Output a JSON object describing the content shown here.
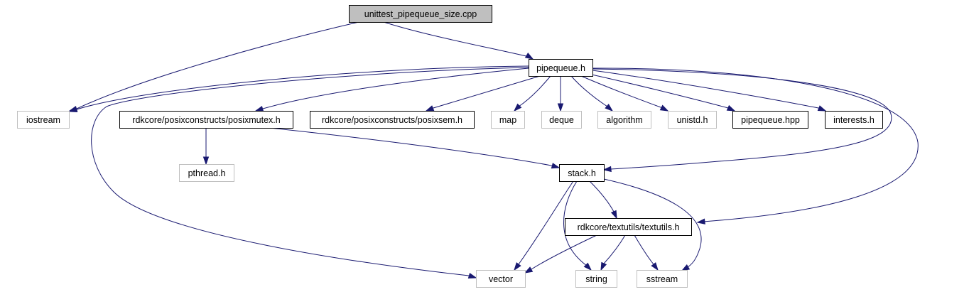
{
  "nodes": [
    {
      "id": "root",
      "label": "unittest_pipequeue_size.cpp",
      "style": "root"
    },
    {
      "id": "pipequeue_h",
      "label": "pipequeue.h",
      "style": "doc"
    },
    {
      "id": "iostream",
      "label": "iostream",
      "style": "ext"
    },
    {
      "id": "posixmutex",
      "label": "rdkcore/posixconstructs/posixmutex.h",
      "style": "doc"
    },
    {
      "id": "posixsem",
      "label": "rdkcore/posixconstructs/posixsem.h",
      "style": "doc"
    },
    {
      "id": "map",
      "label": "map",
      "style": "ext"
    },
    {
      "id": "deque",
      "label": "deque",
      "style": "ext"
    },
    {
      "id": "algorithm",
      "label": "algorithm",
      "style": "ext"
    },
    {
      "id": "unistd",
      "label": "unistd.h",
      "style": "ext"
    },
    {
      "id": "pipequeue_hpp",
      "label": "pipequeue.hpp",
      "style": "doc"
    },
    {
      "id": "interests",
      "label": "interests.h",
      "style": "doc"
    },
    {
      "id": "pthread",
      "label": "pthread.h",
      "style": "ext"
    },
    {
      "id": "stack",
      "label": "stack.h",
      "style": "doc"
    },
    {
      "id": "textutils",
      "label": "rdkcore/textutils/textutils.h",
      "style": "doc"
    },
    {
      "id": "vector",
      "label": "vector",
      "style": "ext"
    },
    {
      "id": "string",
      "label": "string",
      "style": "ext"
    },
    {
      "id": "sstream",
      "label": "sstream",
      "style": "ext"
    }
  ],
  "edges": [
    {
      "from": "root",
      "to": "pipequeue_h"
    },
    {
      "from": "root",
      "to": "iostream"
    },
    {
      "from": "pipequeue_h",
      "to": "iostream"
    },
    {
      "from": "pipequeue_h",
      "to": "posixmutex"
    },
    {
      "from": "pipequeue_h",
      "to": "posixsem"
    },
    {
      "from": "pipequeue_h",
      "to": "map"
    },
    {
      "from": "pipequeue_h",
      "to": "deque"
    },
    {
      "from": "pipequeue_h",
      "to": "algorithm"
    },
    {
      "from": "pipequeue_h",
      "to": "unistd"
    },
    {
      "from": "pipequeue_h",
      "to": "pipequeue_hpp"
    },
    {
      "from": "pipequeue_h",
      "to": "interests"
    },
    {
      "from": "pipequeue_h",
      "to": "vector"
    },
    {
      "from": "pipequeue_h",
      "to": "stack"
    },
    {
      "from": "pipequeue_h",
      "to": "textutils"
    },
    {
      "from": "posixmutex",
      "to": "pthread"
    },
    {
      "from": "posixmutex",
      "to": "stack"
    },
    {
      "from": "stack",
      "to": "textutils"
    },
    {
      "from": "stack",
      "to": "vector"
    },
    {
      "from": "stack",
      "to": "string"
    },
    {
      "from": "stack",
      "to": "sstream"
    },
    {
      "from": "textutils",
      "to": "vector"
    },
    {
      "from": "textutils",
      "to": "string"
    },
    {
      "from": "textutils",
      "to": "sstream"
    }
  ],
  "colors": {
    "edge": "#191970",
    "root_fill": "#bfbfbf",
    "doc_border": "#000000",
    "ext_border": "#bfbfbf",
    "ext_text": "#000000"
  }
}
